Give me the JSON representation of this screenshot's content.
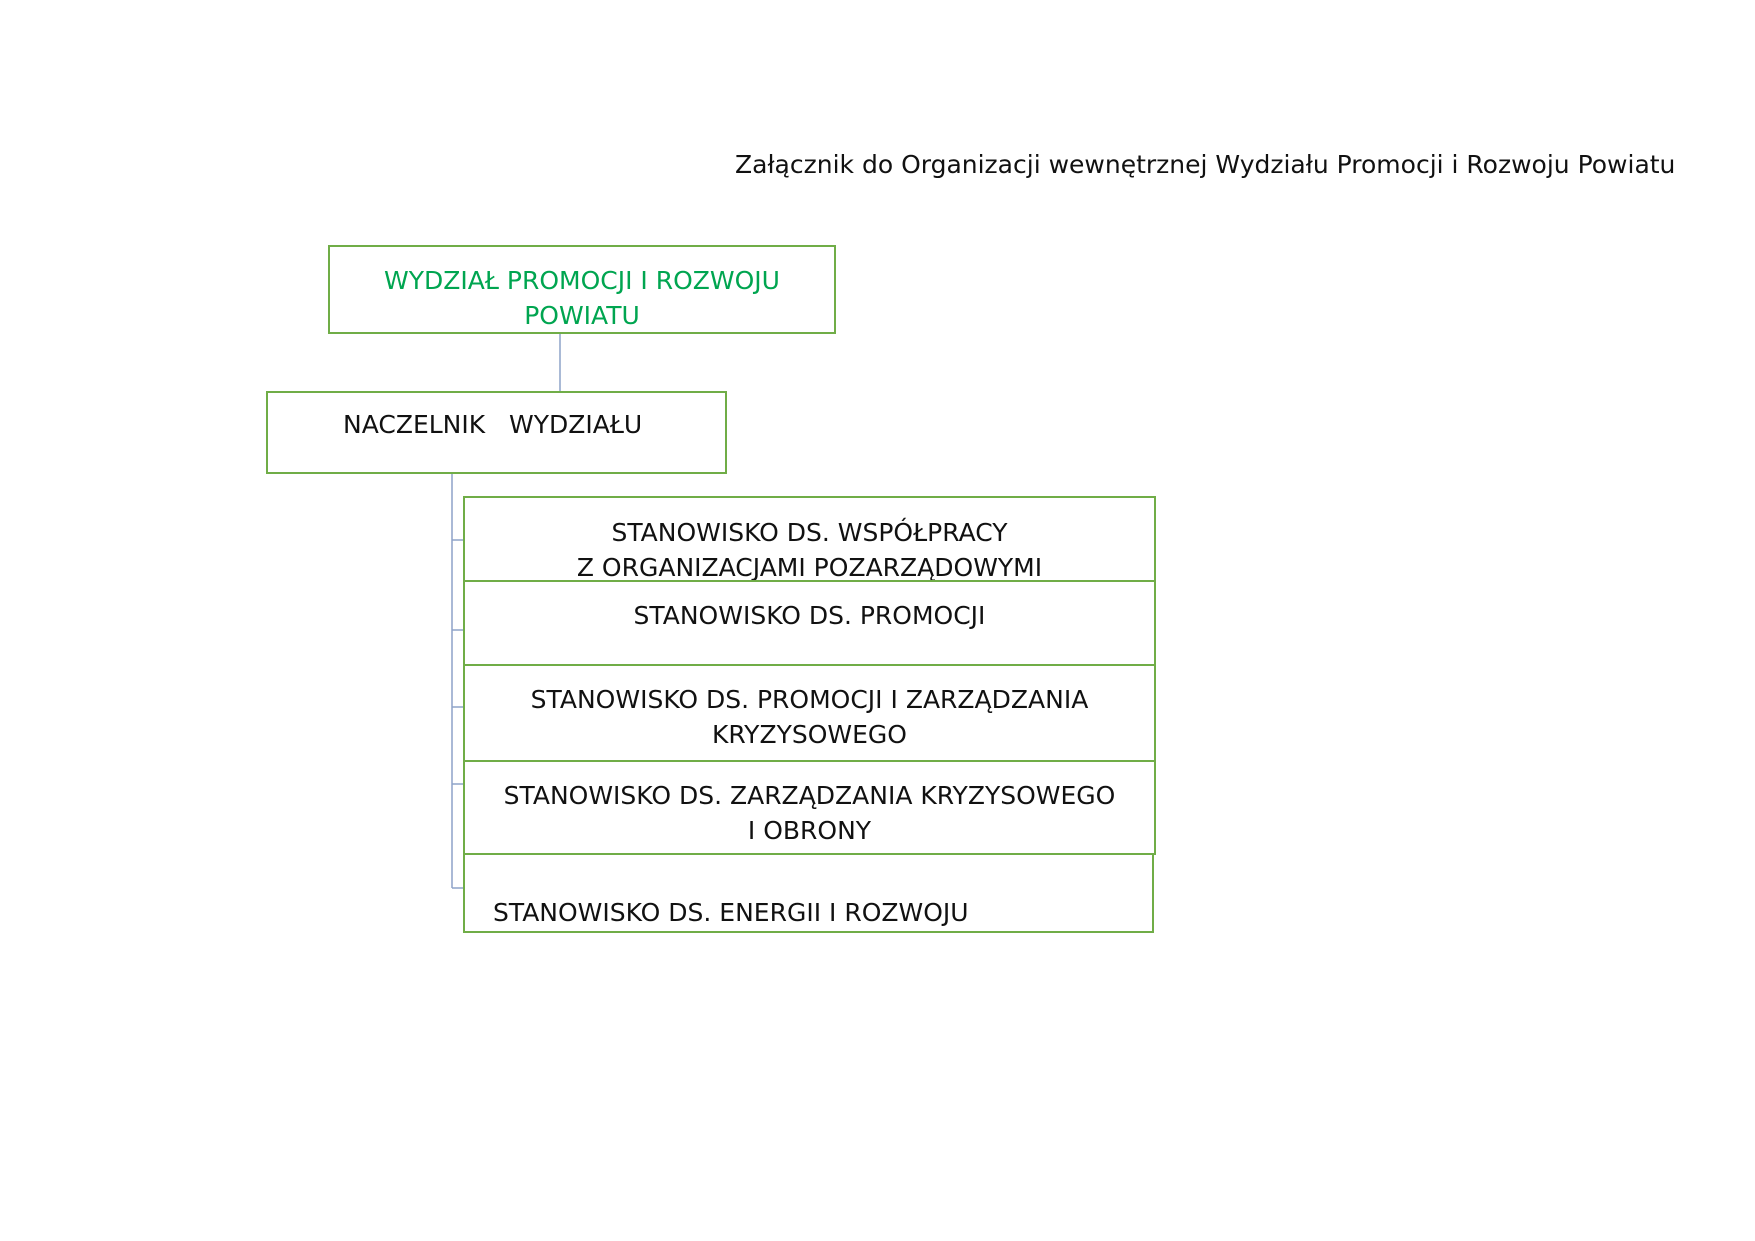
{
  "caption": "Załącznik do Organizacji wewnętrznej Wydziału Promocji i Rozwoju Powiatu",
  "colors": {
    "box_border": "#70ad47",
    "top_text": "#00a550",
    "connector": "#8ea2c8",
    "text": "#111111"
  },
  "org": {
    "department": "WYDZIAŁ PROMOCJI I ROZWOJU\nPOWIATU",
    "head": "NACZELNIK   WYDZIAŁU",
    "positions": [
      "STANOWISKO DS.  WSPÓŁPRACY\nZ ORGANIZACJAMI POZARZĄDOWYMI",
      "STANOWISKO DS.  PROMOCJI",
      "STANOWISKO DS.  PROMOCJI I ZARZĄDZANIA\nKRYZYSOWEGO",
      "STANOWISKO DS.  ZARZĄDZANIA KRYZYSOWEGO\nI OBRONY",
      "STANOWISKO DS. ENERGII I ROZWOJU"
    ]
  }
}
